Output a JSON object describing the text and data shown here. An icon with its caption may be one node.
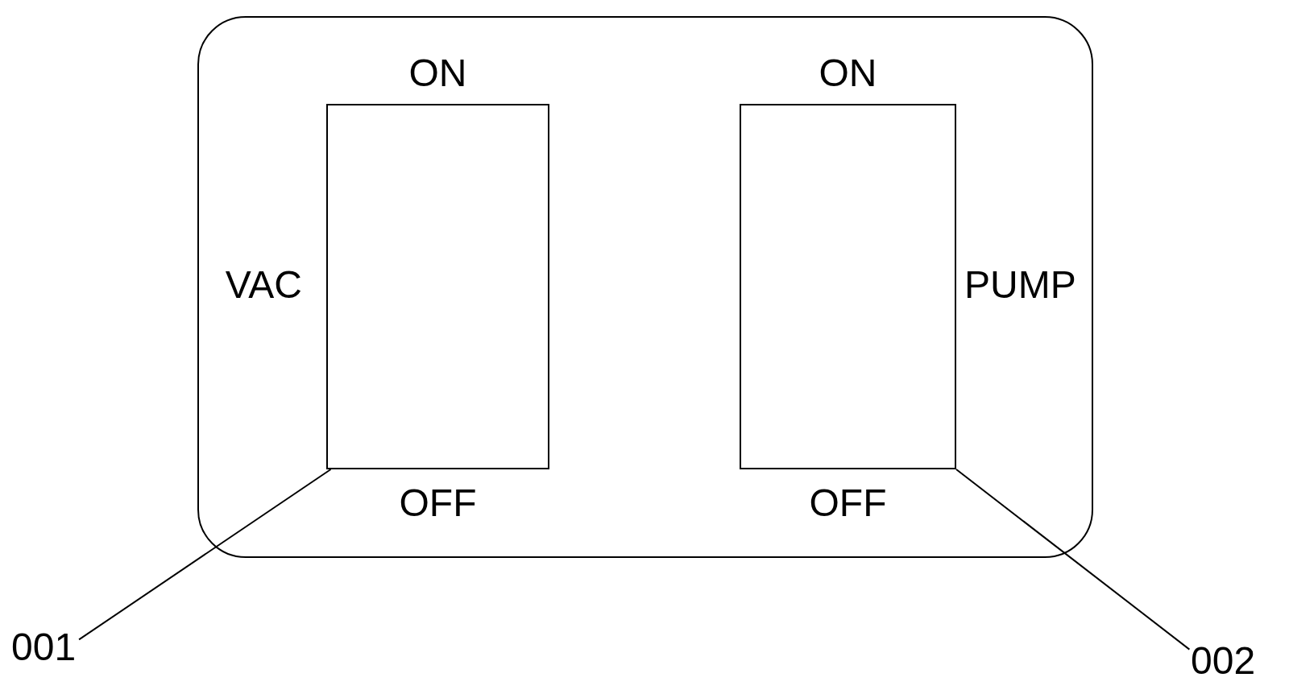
{
  "diagram": {
    "nodes": [
      {
        "text": [],
        "shape": "box"
      },
      {
        "text": [
          "ON",
          "OFF"
        ],
        "beside": [
          "VAC"
        ],
        "in": 0
      },
      {
        "text": [
          "ON",
          "OFF"
        ],
        "beside": [
          "PUMP"
        ],
        "in": 0
      },
      {
        "text": [
          "001"
        ]
      },
      {
        "text": [
          "002"
        ]
      }
    ],
    "edges": [
      {
        "from": 3,
        "to": 1,
        "arrow": "none"
      },
      {
        "from": 4,
        "to": 2,
        "arrow": "none"
      }
    ]
  }
}
